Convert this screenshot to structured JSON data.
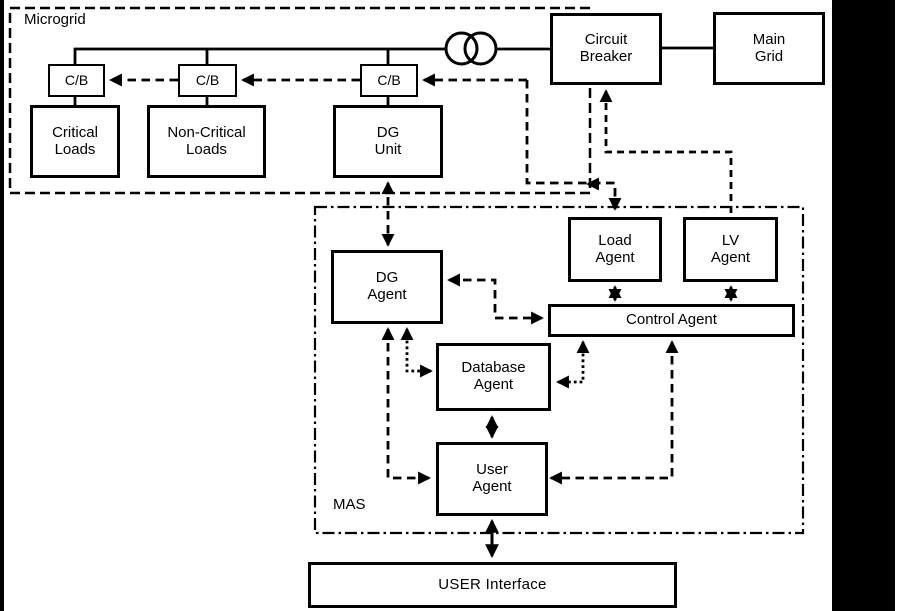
{
  "canvas": {
    "background": "#ffffff",
    "line_color": "#000000",
    "frame_color": "#000000"
  },
  "regions": {
    "microgrid": {
      "label": "Microgrid",
      "border_style": "dashed"
    },
    "mas": {
      "label": "MAS",
      "border_style": "dash-dot"
    }
  },
  "power_components": {
    "cb_critical": {
      "label": "C/B"
    },
    "cb_noncritical": {
      "label": "C/B"
    },
    "cb_dg": {
      "label": "C/B"
    },
    "critical_loads": {
      "label": "Critical\nLoads"
    },
    "noncritical_loads": {
      "label": "Non-Critical\nLoads"
    },
    "dg_unit": {
      "label": "DG\nUnit"
    },
    "circuit_breaker": {
      "label": "Circuit\nBreaker"
    },
    "main_grid": {
      "label": "Main\nGrid"
    },
    "transformer": {
      "icon": "transformer-two-overlapping-circles"
    }
  },
  "agents": {
    "dg_agent": {
      "label": "DG\nAgent"
    },
    "load_agent": {
      "label": "Load\nAgent"
    },
    "lv_agent": {
      "label": "LV\nAgent"
    },
    "control_agent": {
      "label": "Control Agent"
    },
    "database_agent": {
      "label": "Database\nAgent"
    },
    "user_agent": {
      "label": "User\nAgent"
    }
  },
  "interface": {
    "user_interface": {
      "label": "USER Interface"
    }
  }
}
